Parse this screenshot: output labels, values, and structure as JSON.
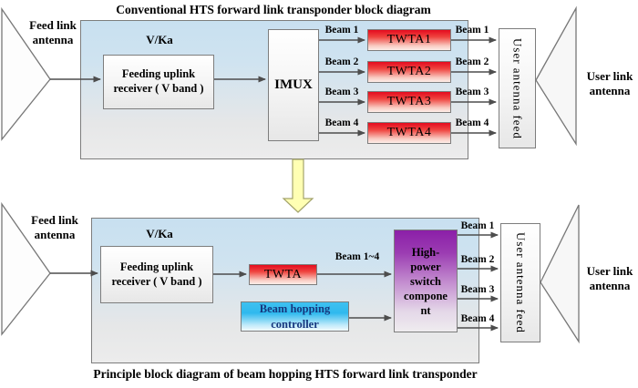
{
  "figure": {
    "title_top": "Conventional HTS forward link transponder block diagram",
    "caption_bottom": "Principle block diagram of beam hopping HTS forward link transponder"
  },
  "colors": {
    "container_top_blue": "#c8e0f0",
    "container_bottom_gray": "#ececec",
    "box_border": "#7d7d7d",
    "arrow_gray": "#4d4d4d",
    "twta_red": "#e50b1e",
    "controller_cyan": "#3ec1f0",
    "controller_text_navy": "#16377e",
    "switch_purple": "#8b1fa8",
    "down_arrow_yellow": "#ffffb3"
  },
  "top": {
    "feed_antenna": {
      "line1": "Feed link",
      "line2": "antenna"
    },
    "vka": "V/Ka",
    "receiver": {
      "line1": "Feeding uplink",
      "line2": "receiver ( V band )"
    },
    "imux": "IMUX",
    "beams_in": [
      "Beam 1",
      "Beam 2",
      "Beam 3",
      "Beam 4"
    ],
    "twtas": [
      "TWTA1",
      "TWTA2",
      "TWTA3",
      "TWTA4"
    ],
    "beams_out": [
      "Beam 1",
      "Beam 2",
      "Beam 3",
      "Beam 4"
    ],
    "user_feed": "User antenna feed",
    "user_antenna": {
      "line1": "User link",
      "line2": "antenna"
    }
  },
  "bottom": {
    "feed_antenna": {
      "line1": "Feed link",
      "line2": "antenna"
    },
    "vka": "V/Ka",
    "receiver": {
      "line1": "Feeding uplink",
      "line2": "receiver ( V band )"
    },
    "twta": "TWTA",
    "beam_group": "Beam 1~4",
    "controller": {
      "line1": "Beam hopping",
      "line2": "controller"
    },
    "switch_lines": [
      "High-",
      "power",
      "switch",
      "compone",
      "nt"
    ],
    "beams_out": [
      "Beam 1",
      "Beam 2",
      "Beam 3",
      "Beam 4"
    ],
    "user_feed": "User antenna feed",
    "user_antenna": {
      "line1": "User link",
      "line2": "antenna"
    }
  }
}
